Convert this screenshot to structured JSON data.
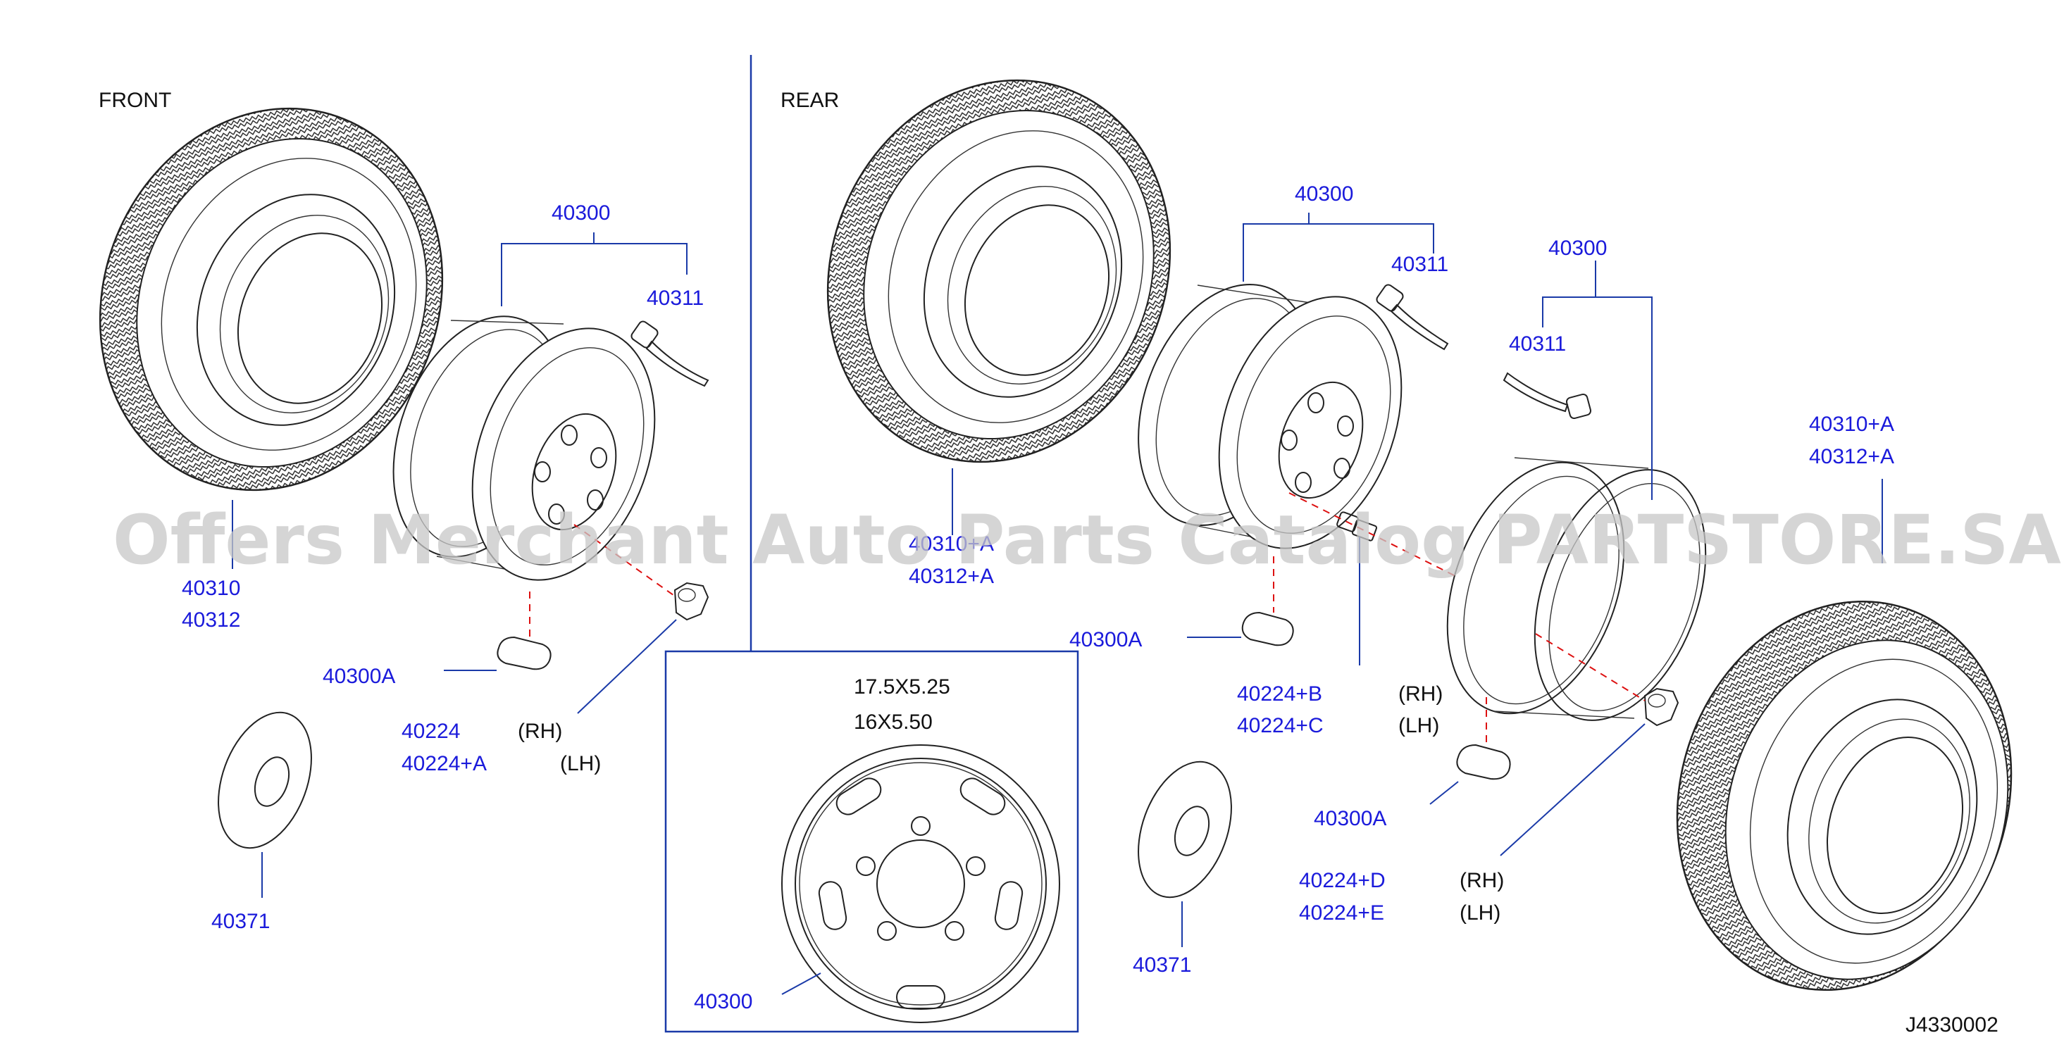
{
  "sections": {
    "front": "FRONT",
    "rear": "REAR"
  },
  "inset_sizes": [
    "17.5X5.25",
    "16X5.50"
  ],
  "labels": {
    "front_wheel": "40300",
    "front_valve": "40311",
    "front_tire_a": "40310",
    "front_tire_b": "40312",
    "front_weight": "40300A",
    "front_nut_rh": "40224",
    "front_nut_lh": "40224+A",
    "front_cap": "40371",
    "rear_wheel_inner": "40300",
    "rear_valve_inner": "40311",
    "rear_wheel_outer": "40300",
    "rear_valve_outer": "40311",
    "rear_tire_inner_a": "40310+A",
    "rear_tire_inner_b": "40312+A",
    "rear_tire_outer_a": "40310+A",
    "rear_tire_outer_b": "40312+A",
    "rear_weight_inner": "40300A",
    "rear_nut_inner_rh": "40224+B",
    "rear_nut_inner_lh": "40224+C",
    "rear_weight_outer": "40300A",
    "rear_nut_outer_rh": "40224+D",
    "rear_nut_outer_lh": "40224+E",
    "rear_cap": "40371",
    "inset_wheel": "40300"
  },
  "side": {
    "rh": "(RH)",
    "lh": "(LH)"
  },
  "diagram_code": "J4330002",
  "watermark": "Offers Merchant Auto Parts Catalog PARTSTORE.SA",
  "colors": {
    "label": "#1a1adb",
    "leader": "#1a3aa8",
    "centerline": "#dd1111"
  }
}
